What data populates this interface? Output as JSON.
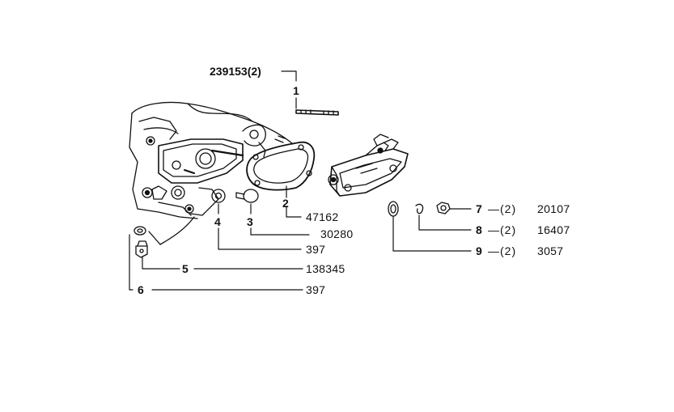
{
  "callouts": [
    {
      "ref": "239153(2)",
      "item": "1"
    },
    {
      "item": "2",
      "part": "47162"
    },
    {
      "item": "3",
      "part": "30280"
    },
    {
      "item": "4",
      "part": "397"
    },
    {
      "item": "5",
      "part": "138345"
    },
    {
      "item": "6",
      "part": "397"
    },
    {
      "item": "7",
      "qty": "—(2)",
      "part": "20107"
    },
    {
      "item": "8",
      "qty": "—(2)",
      "part": "16407"
    },
    {
      "item": "9",
      "qty": "—(2)",
      "part": "3057"
    }
  ],
  "colors": {
    "ink": "#111111",
    "paper": "#ffffff"
  }
}
